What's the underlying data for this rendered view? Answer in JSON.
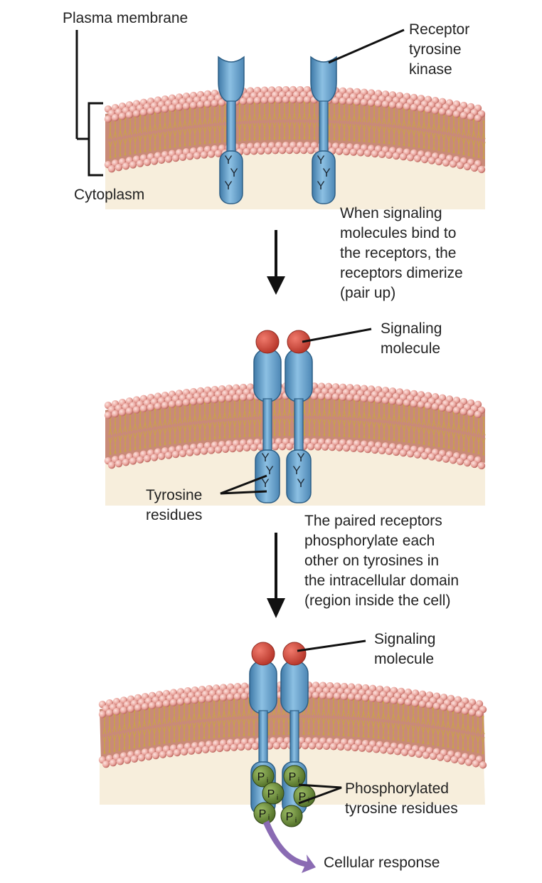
{
  "labels": {
    "plasma_membrane": "Plasma membrane",
    "receptor_tyrosine_kinase": "Receptor\ntyrosine\nkinase",
    "cytoplasm": "Cytoplasm",
    "step1_caption": "When signaling\nmolecules bind to\nthe receptors, the\nreceptors dimerize\n(pair up)",
    "signaling_molecule_1": "Signaling\nmolecule",
    "tyrosine_residues": "Tyrosine\nresidues",
    "step2_caption": "The paired receptors\nphosphorylate each\nother on tyrosines in\nthe intracellular domain\n(region inside the cell)",
    "signaling_molecule_2": "Signaling\nmolecule",
    "phosphorylated_tyrosine_residues": "Phosphorylated\ntyrosine residues",
    "cellular_response": "Cellular response"
  },
  "residue_letter": "Y",
  "phosphate_letter": "P",
  "phosphate_subscript": "i",
  "colors": {
    "receptor": "#6fa5cf",
    "receptor_stroke": "#2d5f86",
    "signaling_molecule": "#d2483a",
    "phosphate": "#6b8b3c",
    "lipid_head": "#f0b5ae",
    "lipid_tail": "#c9a24a",
    "cytoplasm": "#f6ecd8",
    "response_arrow": "#8a6bb3"
  }
}
